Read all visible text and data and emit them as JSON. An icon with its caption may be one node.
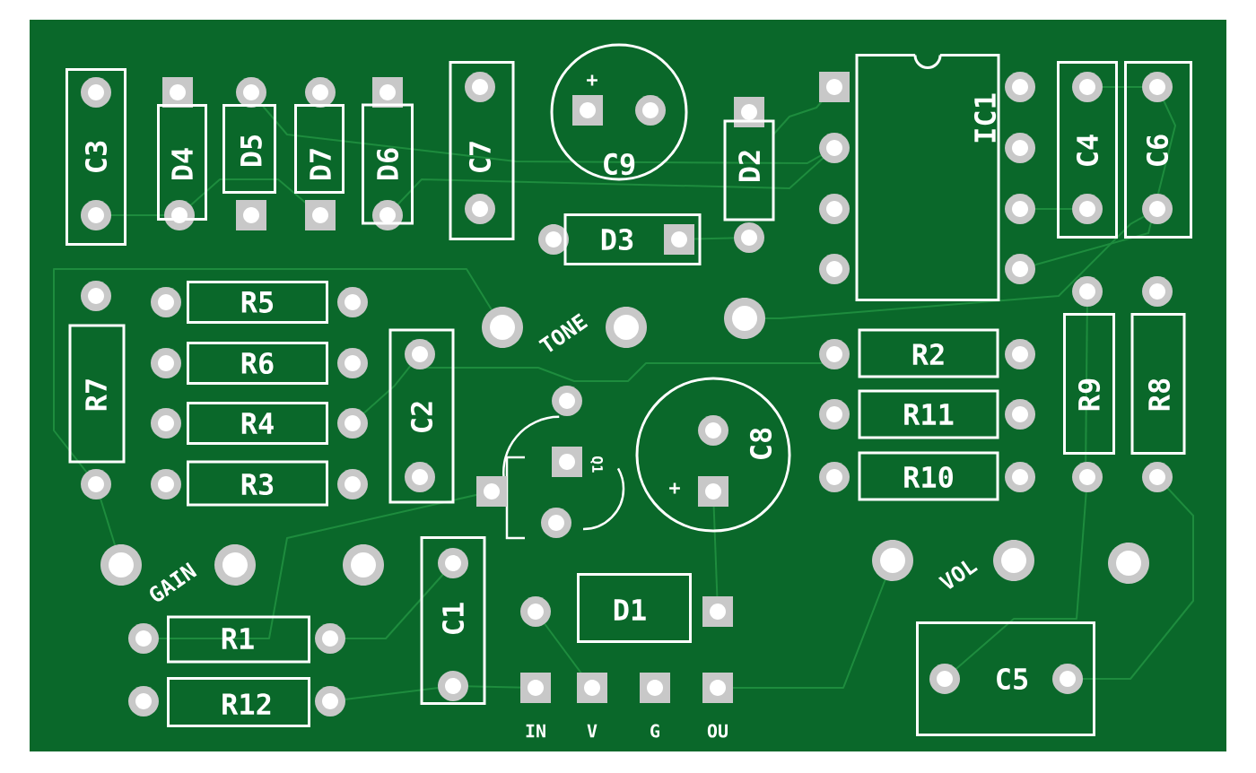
{
  "diagram": {
    "nodes": [
      {
        "text": [
          "C3"
        ]
      },
      {
        "text": [
          "D4"
        ]
      },
      {
        "text": [
          "D5"
        ]
      },
      {
        "text": [
          "D7"
        ]
      },
      {
        "text": [
          "D6"
        ]
      },
      {
        "text": [
          "C7"
        ]
      },
      {
        "text": [
          "C9"
        ]
      },
      {
        "text": [
          "D2"
        ]
      },
      {
        "text": [
          "IC1"
        ]
      },
      {
        "text": [
          "C4"
        ]
      },
      {
        "text": [
          "C6"
        ]
      },
      {
        "text": [
          "D3"
        ]
      },
      {
        "text": [
          "R5"
        ]
      },
      {
        "text": [
          "R6"
        ]
      },
      {
        "text": [
          "R4"
        ]
      },
      {
        "text": [
          "R3"
        ]
      },
      {
        "text": [
          "R7"
        ]
      },
      {
        "text": [
          "C2"
        ]
      },
      {
        "text": [
          "R2"
        ]
      },
      {
        "text": [
          "R11"
        ]
      },
      {
        "text": [
          "R10"
        ]
      },
      {
        "text": [
          "R9"
        ]
      },
      {
        "text": [
          "R8"
        ]
      },
      {
        "text": [
          "C8"
        ]
      },
      {
        "text": [
          "C1"
        ]
      },
      {
        "text": [
          "D1"
        ]
      },
      {
        "text": [
          "R1"
        ]
      },
      {
        "text": [
          "R12"
        ]
      },
      {
        "text": [
          "C5"
        ]
      }
    ],
    "labels": [
      "+",
      "TONE",
      "Q1",
      "+",
      "GAIN",
      "VOL",
      "IN",
      "V",
      "G",
      "OU"
    ]
  }
}
